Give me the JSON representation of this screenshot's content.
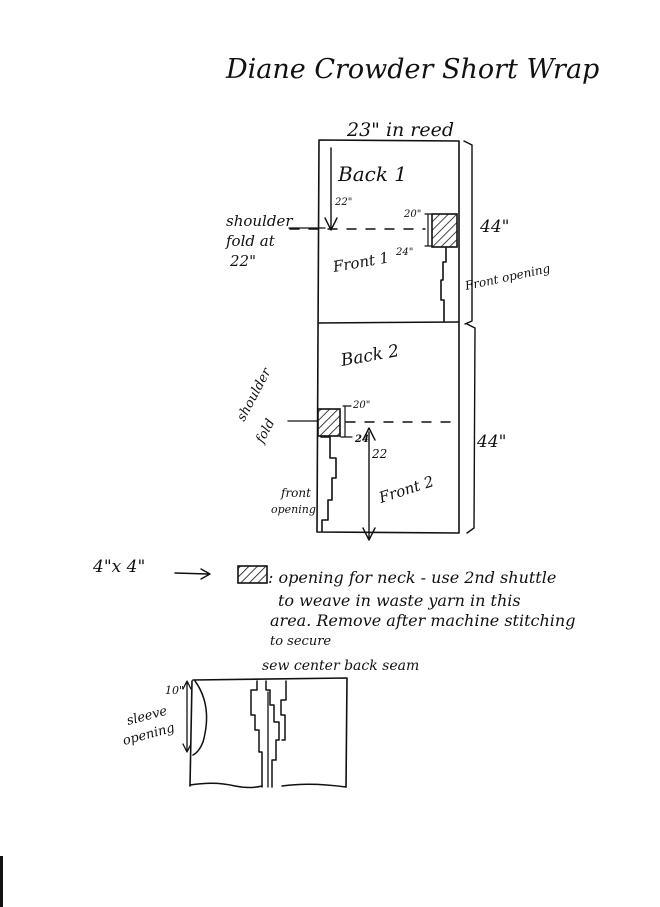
{
  "title": "Diane Crowder Short Wrap",
  "panel": {
    "reed_width": "23\" in reed",
    "back1": "Back 1",
    "front1": "Front 1",
    "back2": "Back 2",
    "front2": "Front 2",
    "length_top": "44\"",
    "length_bottom": "44\"",
    "front_opening_right": "Front opening",
    "shoulder_fold_line1": "shoulder",
    "shoulder_fold_line2": "fold at",
    "shoulder_fold_line3": "22\"",
    "dim_22_top": "22\"",
    "dim_20_top": "20\"",
    "dim_24_top": "24\"",
    "shoulder_fold2_line1": "shoulder",
    "shoulder_fold2_line2": "fold",
    "dim_20_bottom": "20\"",
    "dim_24_bottom": "24",
    "dim_22_bottom": "22",
    "front_opening_left_line1": "front",
    "front_opening_left_line2": "opening"
  },
  "legend": {
    "size": "4\"x 4\"",
    "line1": ": opening for neck - use 2nd shuttle",
    "line2": "to weave  in  waste  yarn in this",
    "line3": "area.  Remove after machine stitching",
    "line4": "to secure"
  },
  "assembly": {
    "seam_label": "sew center back seam",
    "sleeve_dim": "10\"",
    "sleeve_line1": "sleeve",
    "sleeve_line2": "opening"
  }
}
